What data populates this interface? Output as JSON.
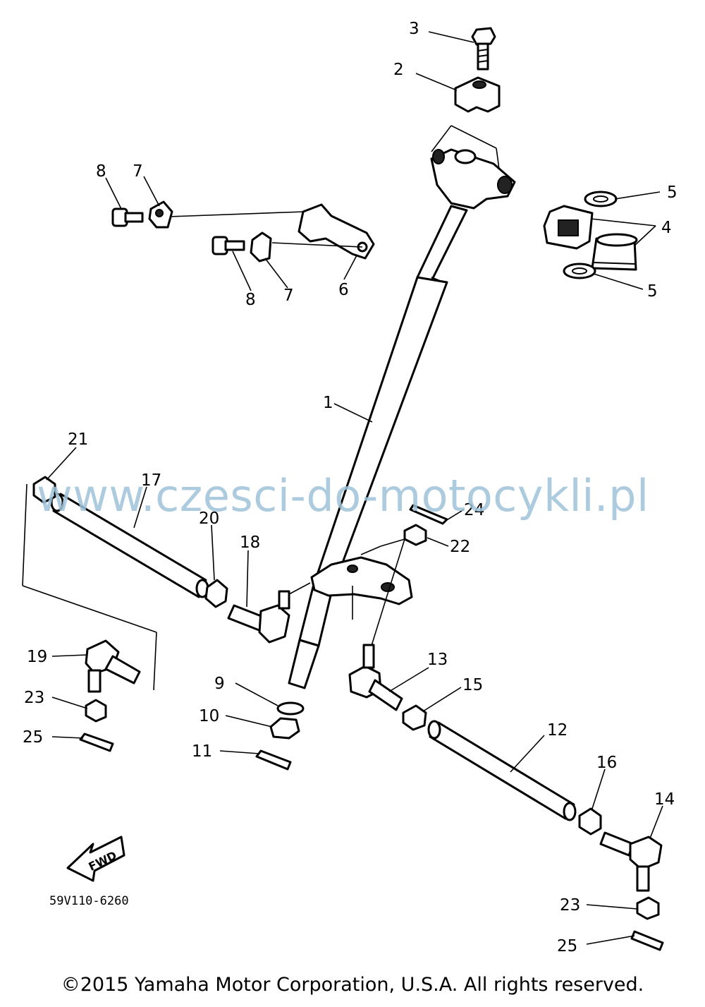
{
  "callouts": {
    "c1": "1",
    "c2": "2",
    "c3": "3",
    "c4": "4",
    "c5a": "5",
    "c5b": "5",
    "c6": "6",
    "c7a": "7",
    "c7b": "7",
    "c8a": "8",
    "c8b": "8",
    "c9": "9",
    "c10": "10",
    "c11": "11",
    "c12": "12",
    "c13": "13",
    "c14": "14",
    "c15": "15",
    "c16": "16",
    "c17": "17",
    "c18": "18",
    "c19": "19",
    "c20": "20",
    "c21": "21",
    "c22": "22",
    "c23a": "23",
    "c23b": "23",
    "c24": "24",
    "c25a": "25",
    "c25b": "25"
  },
  "fwd_label": "FWD",
  "diagram_code": "59V110-6260",
  "watermark": "www.czesci-do-motocykli.pl",
  "copyright": "©2015 Yamaha Motor Corporation, U.S.A. All rights reserved."
}
